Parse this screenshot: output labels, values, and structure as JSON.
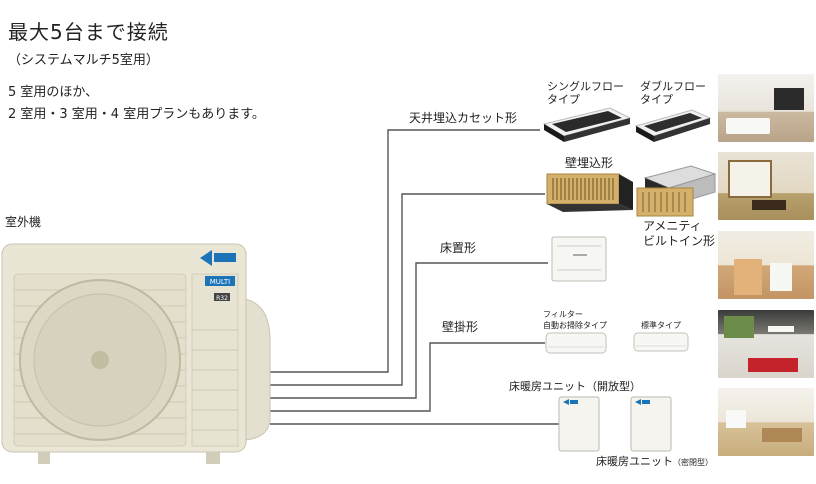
{
  "header": {
    "title": "最大5台まで接続",
    "subtitle": "（システムマルチ5室用）"
  },
  "description": {
    "line1": "5 室用のほか、",
    "line2": "2 室用・3 室用・4 室用プランもあります。"
  },
  "outdoor_unit": {
    "label": "室外機",
    "brand_badge": "MULTI",
    "size_badge": "R32"
  },
  "branches": {
    "ceiling_cassette": {
      "label": "天井埋込カセット形",
      "single_flow": "シングルフロー\nタイプ",
      "double_flow": "ダブルフロー\nタイプ"
    },
    "wall_embedded": {
      "label": "壁埋込形",
      "amenity": "アメニティ\nビルトイン形"
    },
    "floor_standing": {
      "label": "床置形"
    },
    "wall_mounted": {
      "label": "壁掛形",
      "filter_auto": "フィルター\n自動お掃除タイプ",
      "standard": "標準タイプ"
    },
    "floor_heating": {
      "open_type": "床暖房ユニット（開放型）",
      "sealed_type_main": "床暖房ユニット",
      "sealed_type_sub": "（密閉型）"
    }
  },
  "colors": {
    "line": "#555555",
    "unit_body": "#eae6d6",
    "daikin_blue": "#1b73b8",
    "indoor_white": "#f6f6f2",
    "cassette_dark": "#2a2a2a"
  }
}
